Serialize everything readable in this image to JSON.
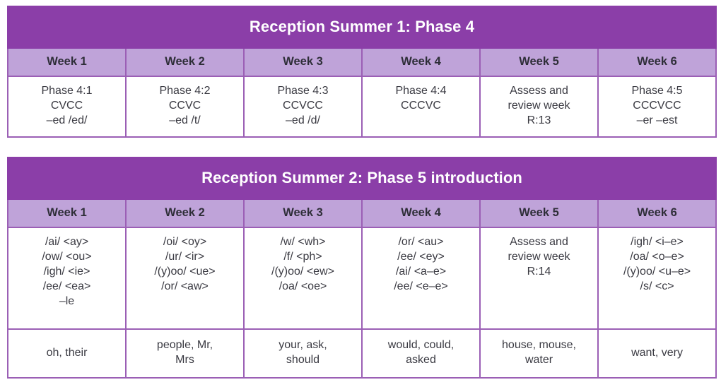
{
  "colors": {
    "title_bar": "#8B3EA8",
    "week_header": "#BFA3D9",
    "border": "#9B5FB5",
    "cell_text": "#3A3A42",
    "title_text": "#FFFFFF"
  },
  "tables": [
    {
      "title": "Reception Summer 1: Phase 4",
      "week_headers": [
        "Week 1",
        "Week 2",
        "Week 3",
        "Week 4",
        "Week 5",
        "Week 6"
      ],
      "rows": [
        {
          "kind": "scope",
          "cells": [
            "Phase 4:1\nCVCC\n–ed /ed/",
            "Phase 4:2\nCCVC\n–ed /t/",
            "Phase 4:3\nCCVCC\n–ed /d/",
            "Phase 4:4\nCCCVC",
            "Assess and\nreview week\nR:13",
            "Phase 4:5\nCCCVCC\n–er –est"
          ]
        }
      ]
    },
    {
      "title": "Reception Summer 2: Phase 5 introduction",
      "week_headers": [
        "Week 1",
        "Week 2",
        "Week 3",
        "Week 4",
        "Week 5",
        "Week 6"
      ],
      "rows": [
        {
          "kind": "phonics",
          "cells": [
            "/ai/ <ay>\n/ow/ <ou>\n/igh/ <ie>\n/ee/ <ea>\n–le",
            "/oi/ <oy>\n/ur/ <ir>\n/(y)oo/ <ue>\n/or/ <aw>",
            "/w/ <wh>\n/f/ <ph>\n/(y)oo/ <ew>\n/oa/ <oe>",
            "/or/ <au>\n/ee/ <ey>\n/ai/ <a–e>\n/ee/ <e–e>",
            "Assess and\nreview week\nR:14",
            "/igh/ <i–e>\n/oa/ <o–e>\n/(y)oo/ <u–e>\n/s/ <c>"
          ]
        },
        {
          "kind": "words",
          "cells": [
            "oh, their",
            "people, Mr,\nMrs",
            "your, ask,\nshould",
            "would, could,\nasked",
            "house, mouse,\nwater",
            "want, very"
          ]
        }
      ]
    }
  ]
}
